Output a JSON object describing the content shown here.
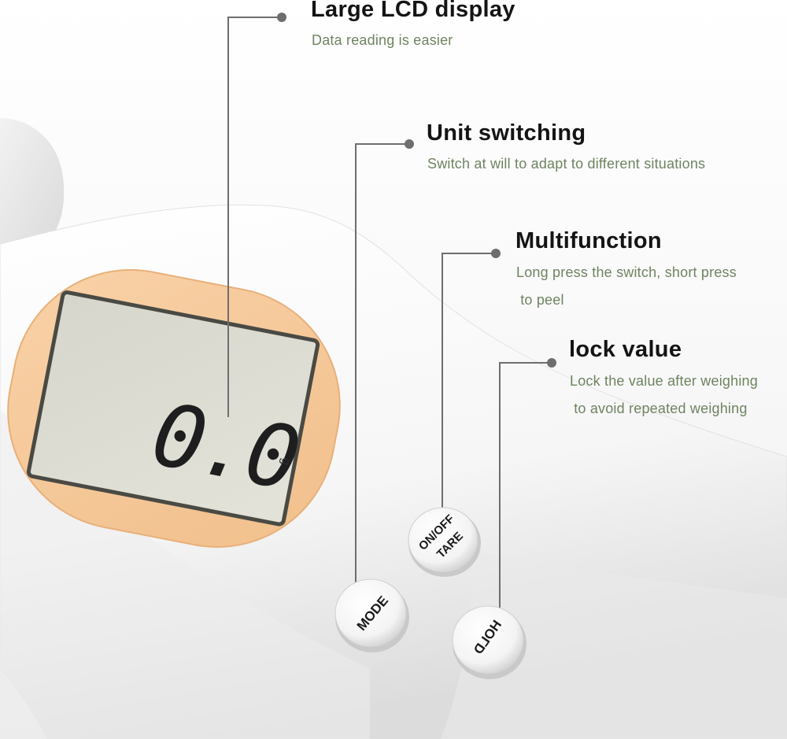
{
  "product": {
    "lcd_reading": "0.0",
    "lcd_unit": "g",
    "buttons": {
      "mode": "MODE",
      "on_off": "ON/OFF",
      "tare": "TARE",
      "hold": "HOLD"
    }
  },
  "callouts": [
    {
      "title": "Large LCD display",
      "lines": [
        "Data reading is easier"
      ]
    },
    {
      "title": "Unit switching",
      "lines": [
        "Switch at will to adapt to different situations"
      ]
    },
    {
      "title": "Multifunction",
      "lines": [
        "Long press the switch, short press",
        " to peel"
      ]
    },
    {
      "title": "lock value",
      "lines": [
        "Lock the value after weighing",
        " to avoid repeated weighing"
      ]
    }
  ],
  "colors": {
    "title_text": "#141414",
    "description_text": "#6e8460",
    "leader_line": "#6e6e6e",
    "lcd_bezel": "#f6c898",
    "lcd_screen": "#dcdcd3",
    "body_white": "#f7f7f7"
  }
}
